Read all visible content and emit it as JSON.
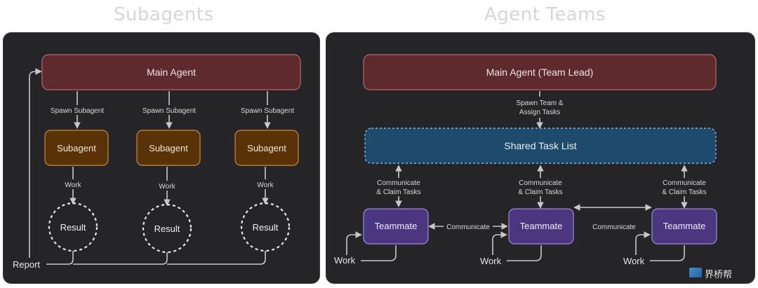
{
  "titles": {
    "left": "Subagents",
    "right": "Agent Teams"
  },
  "subagents": {
    "main_agent": "Main Agent",
    "spawn_label": "Spawn Subagent",
    "subagent_label": "Subagent",
    "work_label": "Work",
    "result_label": "Result",
    "report_label": "Report"
  },
  "teams": {
    "lead": "Main Agent (Team Lead)",
    "spawn_line1": "Spawn Team &",
    "spawn_line2": "Assign Tasks",
    "task_list": "Shared Task List",
    "comm_line1": "Communicate",
    "comm_line2": "& Claim Tasks",
    "teammate_label": "Teammate",
    "communicate": "Communicate",
    "work_label": "Work"
  },
  "watermark": "界桥帮",
  "colors": {
    "panel": "#252527",
    "main_agent_fill": "#5e2a2e",
    "subagent_fill": "#5a3208",
    "task_list_fill": "#1e4a6b",
    "teammate_fill": "#4b3780"
  }
}
